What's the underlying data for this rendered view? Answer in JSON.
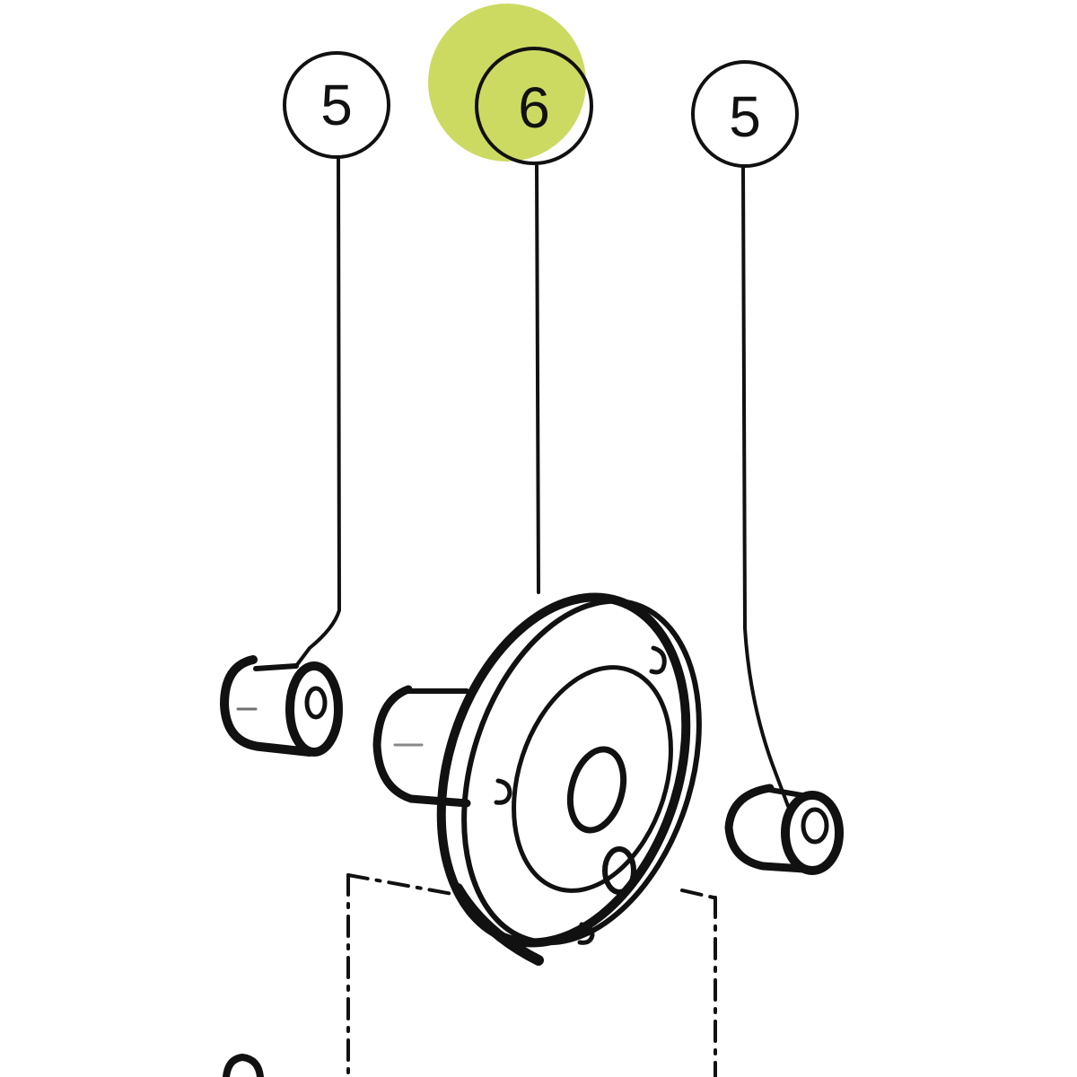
{
  "diagram": {
    "callouts": [
      {
        "id": "left",
        "label": "5",
        "highlighted": false
      },
      {
        "id": "center",
        "label": "6",
        "highlighted": true
      },
      {
        "id": "right",
        "label": "5",
        "highlighted": false
      }
    ],
    "colors": {
      "highlight": "#c9d85a",
      "ink": "#111111",
      "background": "#ffffff"
    }
  }
}
